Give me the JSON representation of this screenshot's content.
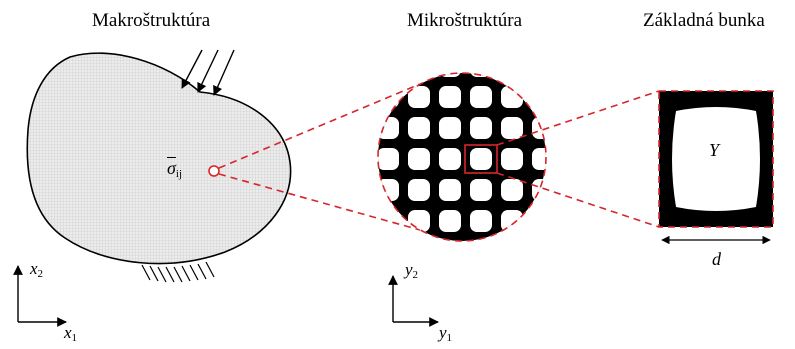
{
  "titles": {
    "macro": "Makroštruktúra",
    "micro": "Mikroštruktúra",
    "cell": "Základná bunka"
  },
  "labels": {
    "stress": "σ",
    "stress_sub": "ij",
    "y_symbol": "Y",
    "d_symbol": "d",
    "x1": "x",
    "x1_sub": "1",
    "x2": "x",
    "x2_sub": "2",
    "y1": "y",
    "y1_sub": "1",
    "y2": "y",
    "y2_sub": "2"
  },
  "colors": {
    "zoom": "#d6262b",
    "body_fill": "#e8e8e8",
    "matrix": "#000000"
  }
}
